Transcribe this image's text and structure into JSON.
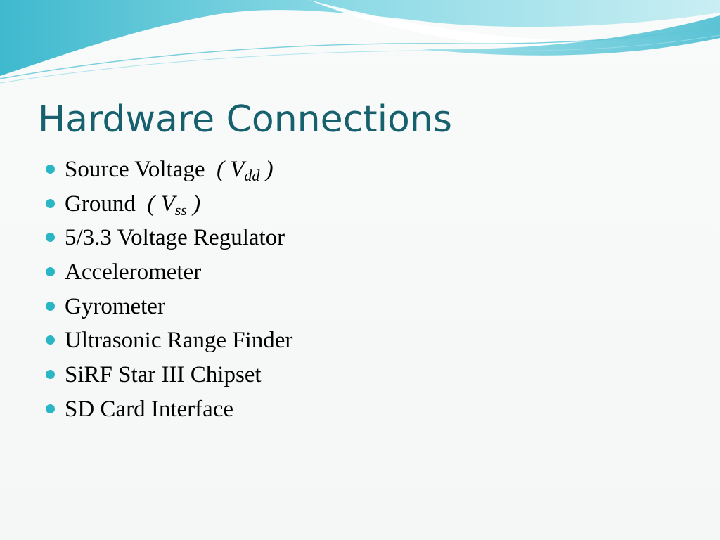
{
  "slide": {
    "title": "Hardware Connections",
    "colors": {
      "title": "#17606e",
      "bullet": "#2bb6c5",
      "wave_light": "#c9eef3",
      "wave_mid": "#8fdbe6",
      "wave_dark": "#3fb9ce"
    },
    "bullets": [
      {
        "text": "Source Voltage",
        "symbol": {
          "open": "( V",
          "sub": "dd",
          "close": " )"
        }
      },
      {
        "text": "Ground",
        "symbol": {
          "open": "( V",
          "sub": "ss",
          "close": " )"
        }
      },
      {
        "text": "5/3.3 Voltage Regulator"
      },
      {
        "text": "Accelerometer"
      },
      {
        "text": "Gyrometer"
      },
      {
        "text": "Ultrasonic Range Finder"
      },
      {
        "text": "SiRF Star III Chipset"
      },
      {
        "text": "SD Card Interface"
      }
    ]
  }
}
